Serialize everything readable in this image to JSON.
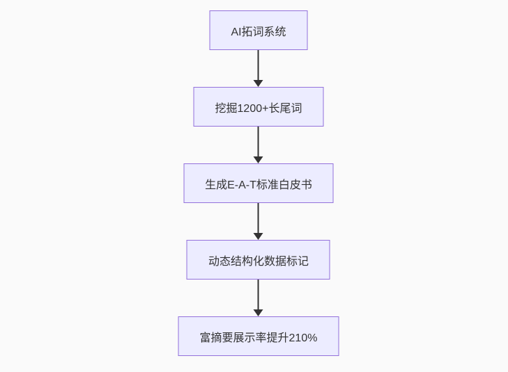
{
  "diagram": {
    "type": "flowchart",
    "direction": "top-down",
    "colors": {
      "background": "#fafafa",
      "node_fill": "#ececff",
      "node_border": "#9370db",
      "node_text": "#333333",
      "arrow": "#333333"
    },
    "nodes": [
      {
        "label": "AI拓词系统"
      },
      {
        "label": "挖掘1200+长尾词"
      },
      {
        "label": "生成E-A-T标准白皮书"
      },
      {
        "label": "动态结构化数据标记"
      },
      {
        "label": "富摘要展示率提升210%"
      }
    ],
    "edges": [
      {
        "from": 0,
        "to": 1
      },
      {
        "from": 1,
        "to": 2
      },
      {
        "from": 2,
        "to": 3
      },
      {
        "from": 3,
        "to": 4
      }
    ]
  }
}
